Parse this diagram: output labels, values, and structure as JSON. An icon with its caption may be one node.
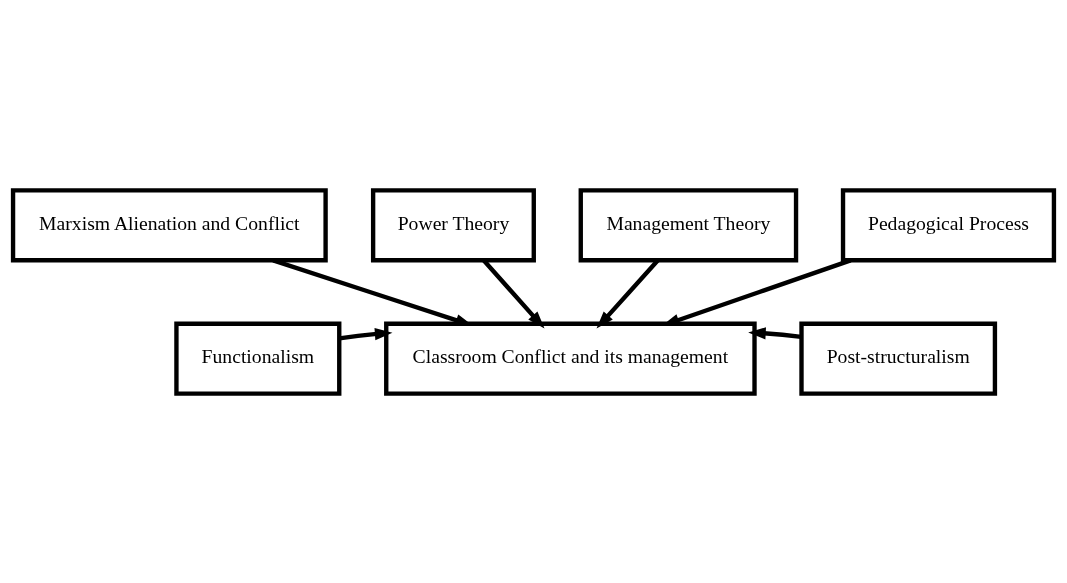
{
  "diagram": {
    "nodes": [
      {
        "text": [
          "Marxism Alienation and Conflict"
        ]
      },
      {
        "text": [
          "Power Theory"
        ]
      },
      {
        "text": [
          "Management Theory"
        ]
      },
      {
        "text": [
          "Functionalism"
        ]
      },
      {
        "text": [
          "Classroom Conflict and its management"
        ]
      },
      {
        "text": [
          "Post-structuralism"
        ]
      },
      {
        "text": [
          "Pedagogical Process"
        ]
      }
    ],
    "edges": [
      {
        "from": 0,
        "to": 4,
        "arrow": "to"
      },
      {
        "from": 1,
        "to": 4,
        "arrow": "to"
      },
      {
        "from": 2,
        "to": 4,
        "arrow": "to"
      },
      {
        "from": 3,
        "to": 4,
        "arrow": "to"
      },
      {
        "from": 5,
        "to": 4,
        "arrow": "to"
      },
      {
        "from": 6,
        "to": 4,
        "arrow": "to"
      }
    ]
  }
}
